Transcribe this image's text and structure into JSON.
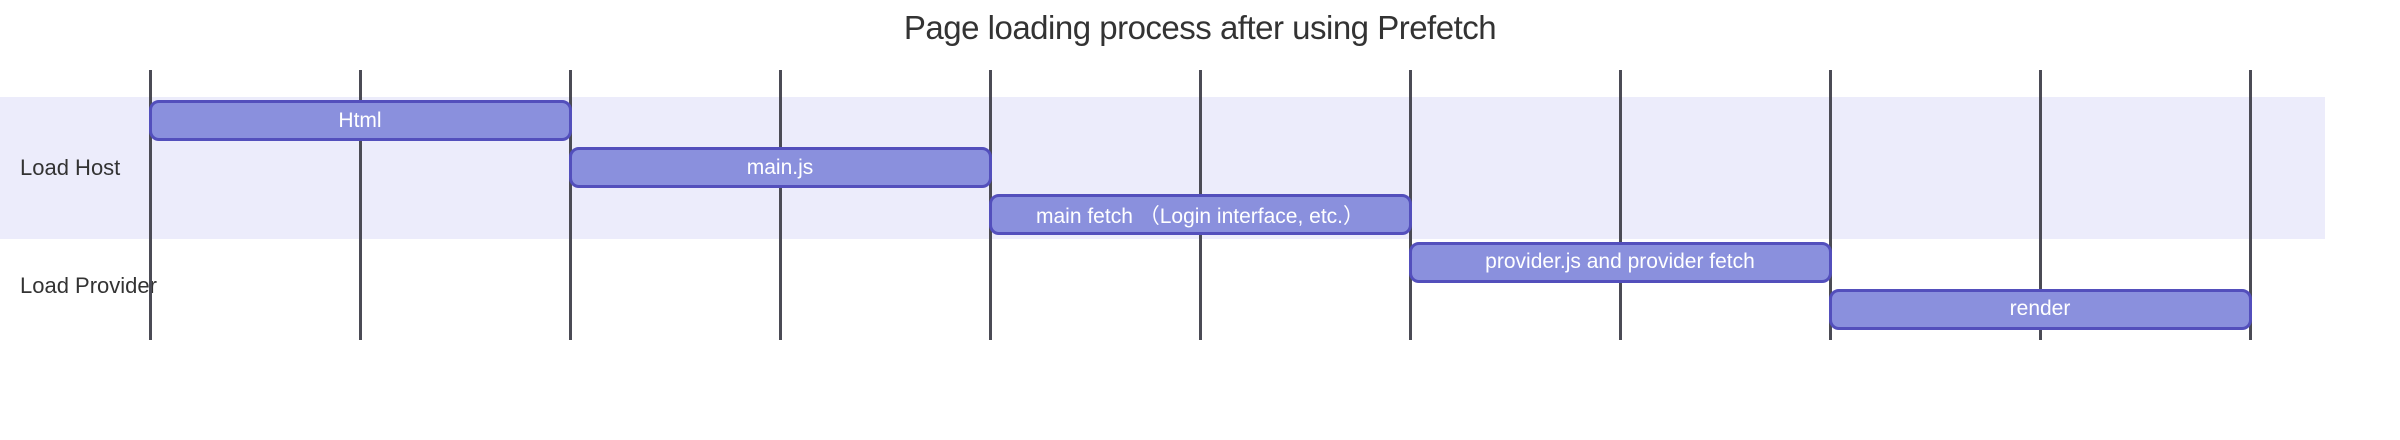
{
  "colors": {
    "background": "#ffffff",
    "text": "#333333",
    "grid_line": "#4b4b55",
    "section_band": "#ececfb",
    "task_fill": "#8a90dd",
    "task_border": "#534fbc",
    "task_text": "#ffffff"
  },
  "chart_data": {
    "type": "gantt",
    "title": "Page loading process after using Prefetch",
    "x_axis": {
      "range": [
        0,
        10
      ],
      "gridline_count": 11,
      "tick_labels_visible": false
    },
    "legend": "none",
    "sections": [
      {
        "name": "Load Host",
        "tasks": [
          {
            "label": "Html",
            "start": 0,
            "end": 2
          },
          {
            "label": "main.js",
            "start": 2,
            "end": 4
          },
          {
            "label": "main fetch （Login interface, etc.）",
            "start": 4,
            "end": 6
          }
        ]
      },
      {
        "name": "Load Provider",
        "tasks": [
          {
            "label": "provider.js and provider fetch",
            "start": 6,
            "end": 8
          },
          {
            "label": "render",
            "start": 8,
            "end": 10
          }
        ]
      }
    ]
  }
}
